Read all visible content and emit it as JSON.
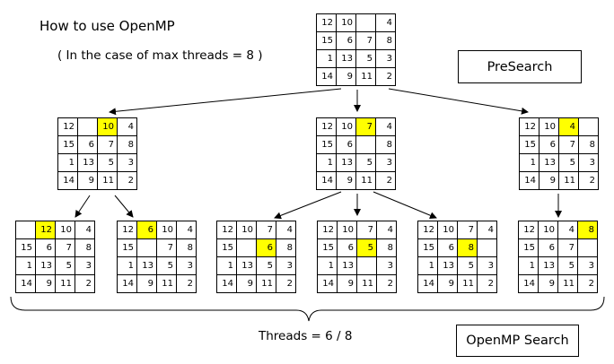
{
  "title": "How to use OpenMP",
  "subtitle": "( In the case of max threads = 8 )",
  "labels": {
    "presearch": "PreSearch",
    "openmp_search": "OpenMP Search",
    "threads": "Threads = 6 / 8"
  },
  "highlight_color": "#ffff00",
  "boards": [
    {
      "id": "root",
      "cells": [
        "12",
        "10",
        "",
        "4",
        "15",
        "6",
        "7",
        "8",
        "1",
        "13",
        "5",
        "3",
        "14",
        "9",
        "11",
        "2"
      ],
      "highlight": -1
    },
    {
      "id": "mid-left",
      "cells": [
        "12",
        "",
        "10",
        "4",
        "15",
        "6",
        "7",
        "8",
        "1",
        "13",
        "5",
        "3",
        "14",
        "9",
        "11",
        "2"
      ],
      "highlight": 2
    },
    {
      "id": "mid-center",
      "cells": [
        "12",
        "10",
        "7",
        "4",
        "15",
        "6",
        "",
        "8",
        "1",
        "13",
        "5",
        "3",
        "14",
        "9",
        "11",
        "2"
      ],
      "highlight": 2
    },
    {
      "id": "mid-right",
      "cells": [
        "12",
        "10",
        "4",
        "",
        "15",
        "6",
        "7",
        "8",
        "1",
        "13",
        "5",
        "3",
        "14",
        "9",
        "11",
        "2"
      ],
      "highlight": 2
    },
    {
      "id": "leaf-1",
      "cells": [
        "",
        "12",
        "10",
        "4",
        "15",
        "6",
        "7",
        "8",
        "1",
        "13",
        "5",
        "3",
        "14",
        "9",
        "11",
        "2"
      ],
      "highlight": 1
    },
    {
      "id": "leaf-2",
      "cells": [
        "12",
        "6",
        "10",
        "4",
        "15",
        "",
        "7",
        "8",
        "1",
        "13",
        "5",
        "3",
        "14",
        "9",
        "11",
        "2"
      ],
      "highlight": 1
    },
    {
      "id": "leaf-3",
      "cells": [
        "12",
        "10",
        "7",
        "4",
        "15",
        "",
        "6",
        "8",
        "1",
        "13",
        "5",
        "3",
        "14",
        "9",
        "11",
        "2"
      ],
      "highlight": 6
    },
    {
      "id": "leaf-4",
      "cells": [
        "12",
        "10",
        "7",
        "4",
        "15",
        "6",
        "5",
        "8",
        "1",
        "13",
        "",
        "3",
        "14",
        "9",
        "11",
        "2"
      ],
      "highlight": 6
    },
    {
      "id": "leaf-5",
      "cells": [
        "12",
        "10",
        "7",
        "4",
        "15",
        "6",
        "8",
        "",
        "1",
        "13",
        "5",
        "3",
        "14",
        "9",
        "11",
        "2"
      ],
      "highlight": 6
    },
    {
      "id": "leaf-6",
      "cells": [
        "12",
        "10",
        "4",
        "8",
        "15",
        "6",
        "7",
        "",
        "1",
        "13",
        "5",
        "3",
        "14",
        "9",
        "11",
        "2"
      ],
      "highlight": 3
    }
  ]
}
